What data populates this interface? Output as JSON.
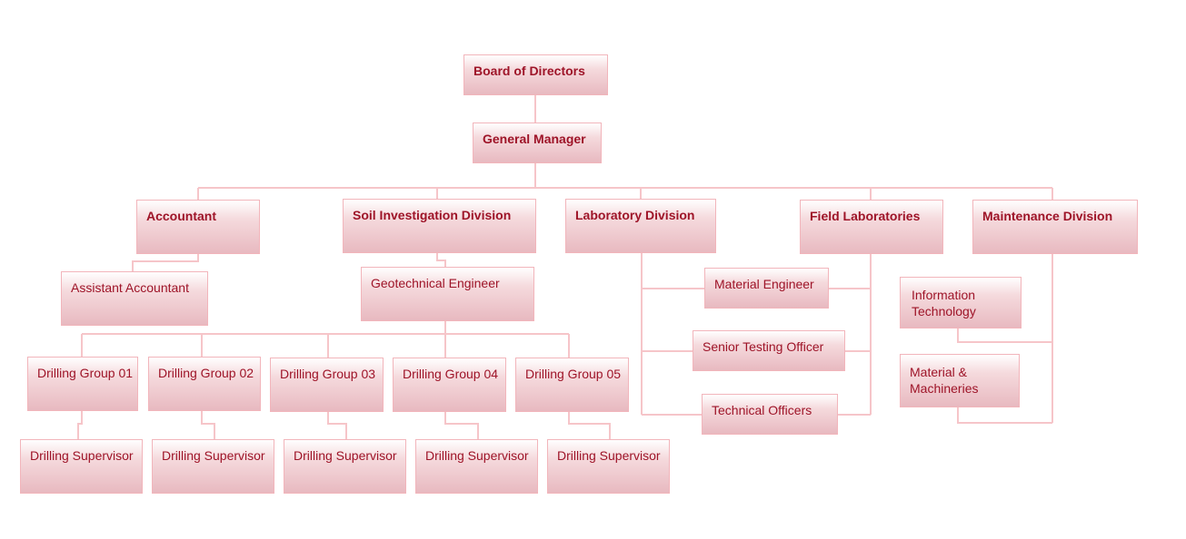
{
  "colors": {
    "text": "#9e1428",
    "border": "#f2b5bb",
    "connector": "#f6c5c9"
  },
  "nodes": {
    "board": "Board of Directors",
    "gm": "General Manager",
    "accountant": "Accountant",
    "soil": "Soil Investigation Division",
    "lab": "Laboratory Division",
    "field": "Field Laboratories",
    "maint": "Maintenance Division",
    "asst_acc": "Assistant Accountant",
    "geo": "Geotechnical Engineer",
    "dg1": "Drilling Group 01",
    "dg2": "Drilling Group 02",
    "dg3": "Drilling Group 03",
    "dg4": "Drilling Group 04",
    "dg5": "Drilling Group 05",
    "ds1": "Drilling Supervisor",
    "ds2": "Drilling Supervisor",
    "ds3": "Drilling Supervisor",
    "ds4": "Drilling Supervisor",
    "ds5": "Drilling Supervisor",
    "mat_eng": "Material Engineer",
    "sto": "Senior Testing Officer",
    "tech": "Technical Officers",
    "it": "Information Technology",
    "mm": "Material & Machineries"
  }
}
